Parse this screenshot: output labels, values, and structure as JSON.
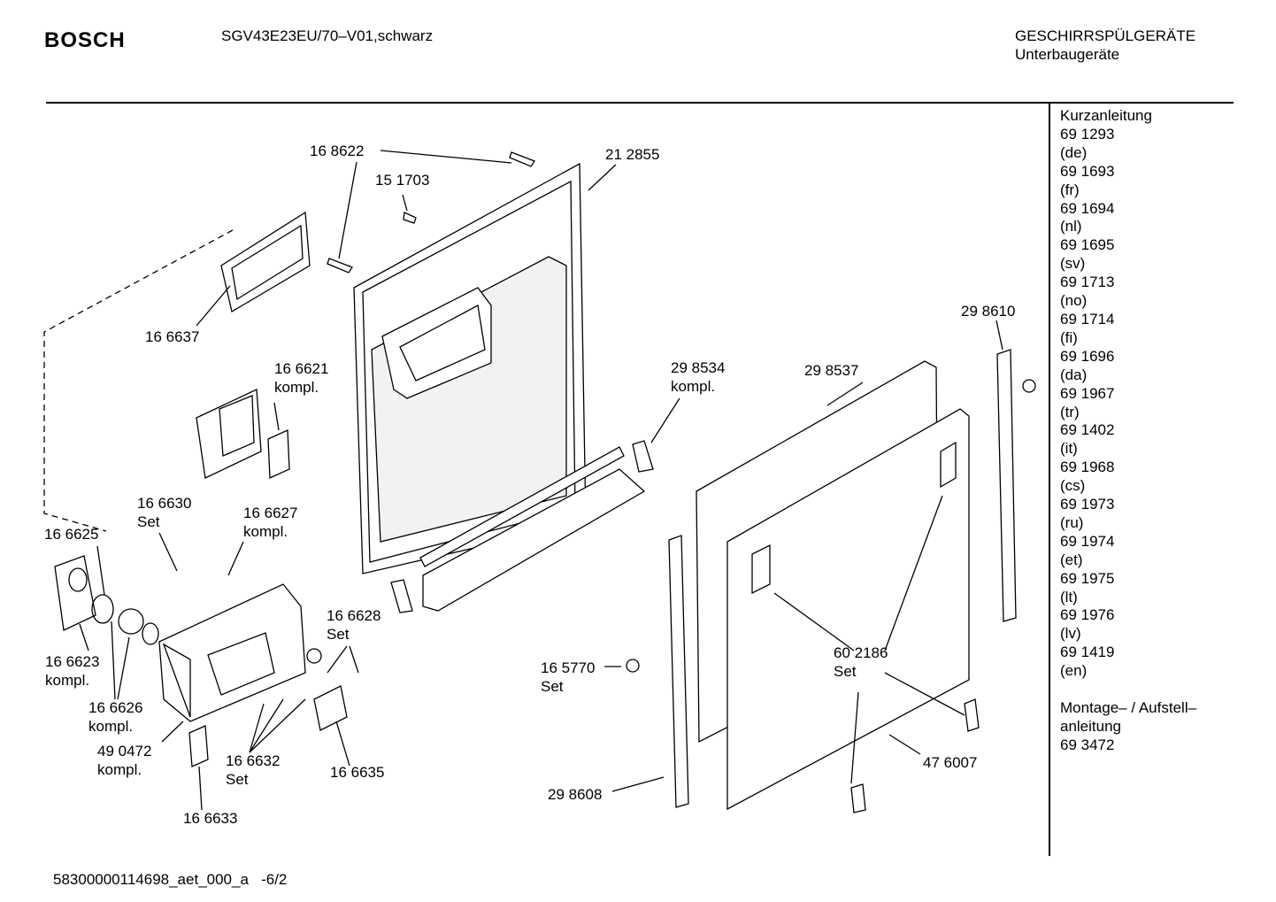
{
  "header": {
    "brand": "BOSCH",
    "model": "SGV43E23EU/70–V01,schwarz",
    "category": "GESCHIRRSPÜLGERÄTE",
    "subcategory": "Unterbaugeräte"
  },
  "sidebar": {
    "items": [
      "Kurzanleitung",
      "69 1293",
      "(de)",
      "69 1693",
      "(fr)",
      "69 1694",
      "(nl)",
      "69 1695",
      "(sv)",
      "69 1713",
      "(no)",
      "69 1714",
      "(fi)",
      "69 1696",
      "(da)",
      "69 1967",
      "(tr)",
      "69 1402",
      "(it)",
      "69 1968",
      "(cs)",
      "69 1973",
      "(ru)",
      "69 1974",
      "(et)",
      "69 1975",
      "(lt)",
      "69 1976",
      "(lv)",
      "69 1419",
      "(en)",
      "",
      "Montage– / Aufstell–",
      "anleitung",
      "69 3472"
    ]
  },
  "parts": {
    "p168622": "16 8622",
    "p212855": "21 2855",
    "p151703": "15 1703",
    "p166637": "16 6637",
    "p166621": "16 6621",
    "p166621b": "kompl.",
    "p166630": "16 6630",
    "p166630b": "Set",
    "p166627": "16 6627",
    "p166627b": "kompl.",
    "p166625": "16 6625",
    "p166623": "16 6623",
    "p166623b": "kompl.",
    "p166626": "16 6626",
    "p166626b": "kompl.",
    "p490472": "49 0472",
    "p490472b": "kompl.",
    "p166633": "16 6633",
    "p166632": "16 6632",
    "p166632b": "Set",
    "p166635": "16 6635",
    "p166628": "16 6628",
    "p166628b": "Set",
    "p165770": "16 5770",
    "p165770b": "Set",
    "p298534": "29 8534",
    "p298534b": "kompl.",
    "p298537": "29 8537",
    "p298610": "29 8610",
    "p602186": "60 2186",
    "p602186b": "Set",
    "p476007": "47 6007",
    "p298608": "29 8608"
  },
  "footer": {
    "doc_id": "58300000114698_aet_000_a",
    "page": "-6/2"
  }
}
